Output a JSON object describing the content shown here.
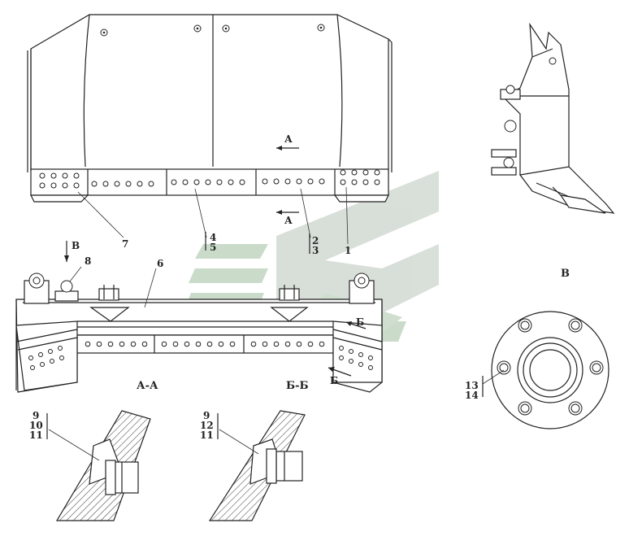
{
  "labels": {
    "part_1": "1",
    "part_2": "2",
    "part_3": "3",
    "part_4": "4",
    "part_5": "5",
    "part_6": "6",
    "part_7": "7",
    "part_8": "8",
    "part_9a": "9",
    "part_10": "10",
    "part_11a": "11",
    "part_9b": "9",
    "part_12": "12",
    "part_11b": "11",
    "part_13": "13",
    "part_14": "14"
  },
  "section_marks": {
    "a_top": "А",
    "a_bottom": "А",
    "v_arrow": "В",
    "b_arrow_top": "Б",
    "b_arrow_bottom": "Б"
  },
  "view_titles": {
    "section_aa": "А-А",
    "section_bb": "Б-Б",
    "view_v": "В"
  },
  "colors": {
    "line": "#222222",
    "watermark": "#8fb08f",
    "watermark_gray": "#c8cfc8",
    "hatch": "#333333"
  }
}
